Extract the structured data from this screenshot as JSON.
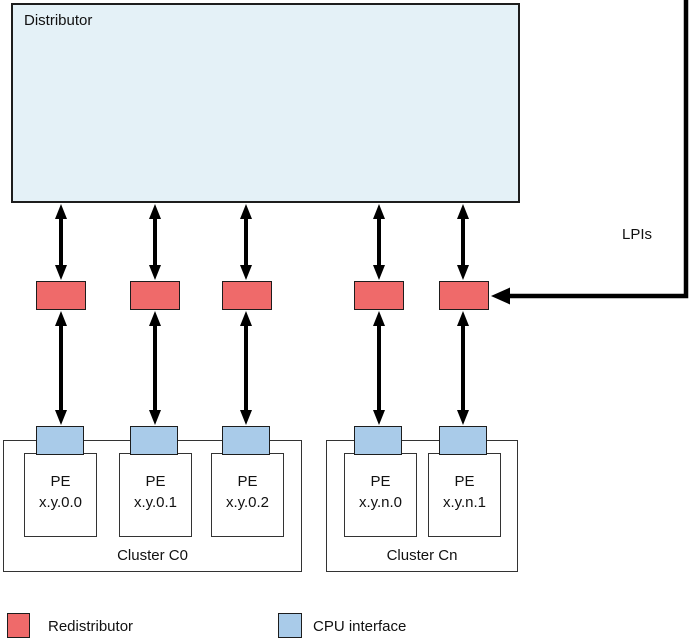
{
  "diagram": {
    "type": "architecture-diagram",
    "distributor": {
      "label": "Distributor"
    },
    "lpi": {
      "label": "LPIs"
    },
    "redistributor_count": 5,
    "cpu_interface_count": 5,
    "clusters": [
      {
        "label": "Cluster C0",
        "pes": [
          {
            "name": "PE",
            "id": "x.y.0.0"
          },
          {
            "name": "PE",
            "id": "x.y.0.1"
          },
          {
            "name": "PE",
            "id": "x.y.0.2"
          }
        ]
      },
      {
        "label": "Cluster Cn",
        "pes": [
          {
            "name": "PE",
            "id": "x.y.n.0"
          },
          {
            "name": "PE",
            "id": "x.y.n.1"
          }
        ]
      }
    ],
    "legend": {
      "redistributor": {
        "label": "Redistributor",
        "color": "#ef6a6a"
      },
      "cpu_interface": {
        "label": "CPU interface",
        "color": "#a9cbe9"
      }
    },
    "colors": {
      "distributor_fill": "#e4f1f7",
      "redistributor_fill": "#ef6a6a",
      "cpu_interface_fill": "#a9cbe9",
      "line": "#000000",
      "border": "#1d1d1d"
    }
  }
}
